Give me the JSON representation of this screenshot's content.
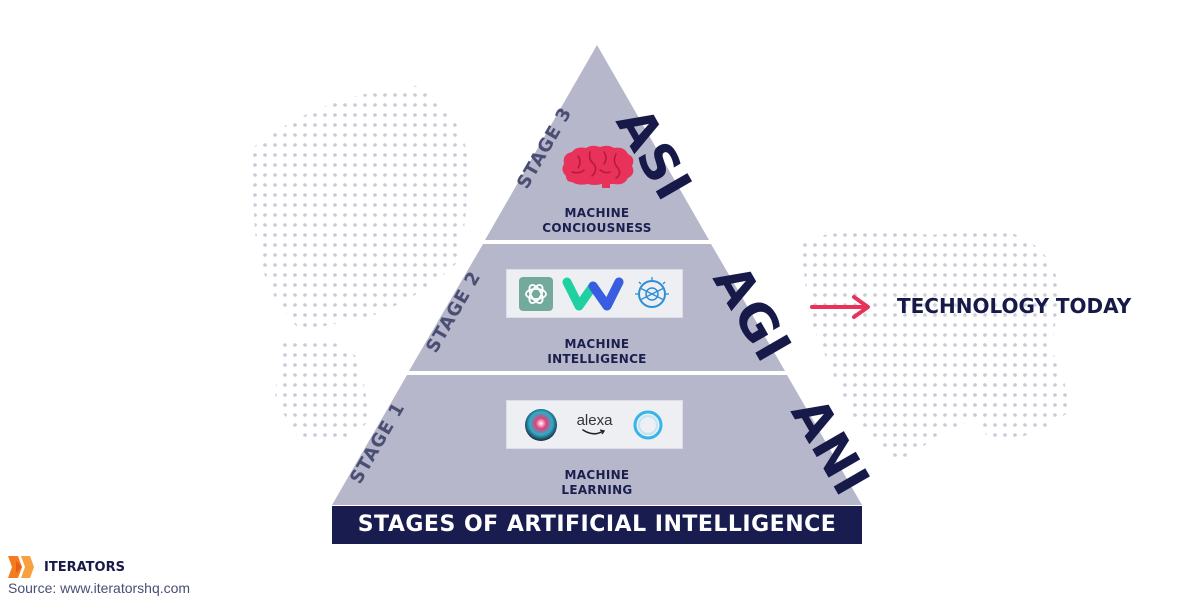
{
  "colors": {
    "pyramid": "#b6b7cb",
    "navy": "#191c4f",
    "accent": "#e8325a",
    "dots": "#c9cbd8"
  },
  "tiers": [
    {
      "stage": "STAGE 3",
      "acronym": "ASI",
      "label_line1": "MACHINE",
      "label_line2": "CONCIOUSNESS",
      "icons": [
        "brain-icon"
      ]
    },
    {
      "stage": "STAGE 2",
      "acronym": "AGI",
      "label_line1": "MACHINE",
      "label_line2": "INTELLIGENCE",
      "icons": [
        "chatgpt-icon",
        "waymo-icon",
        "ibm-watson-icon"
      ]
    },
    {
      "stage": "STAGE 1",
      "acronym": "ANI",
      "label_line1": "MACHINE",
      "label_line2": "LEARNING",
      "icons": [
        "siri-icon",
        "alexa-icon",
        "cortana-icon"
      ]
    }
  ],
  "alexa_text": "alexa",
  "callout": "TECHNOLOGY TODAY",
  "title": "STAGES OF ARTIFICIAL INTELLIGENCE",
  "footer": {
    "brand": "ITERATORS",
    "source": "Source: www.iteratorshq.com"
  }
}
